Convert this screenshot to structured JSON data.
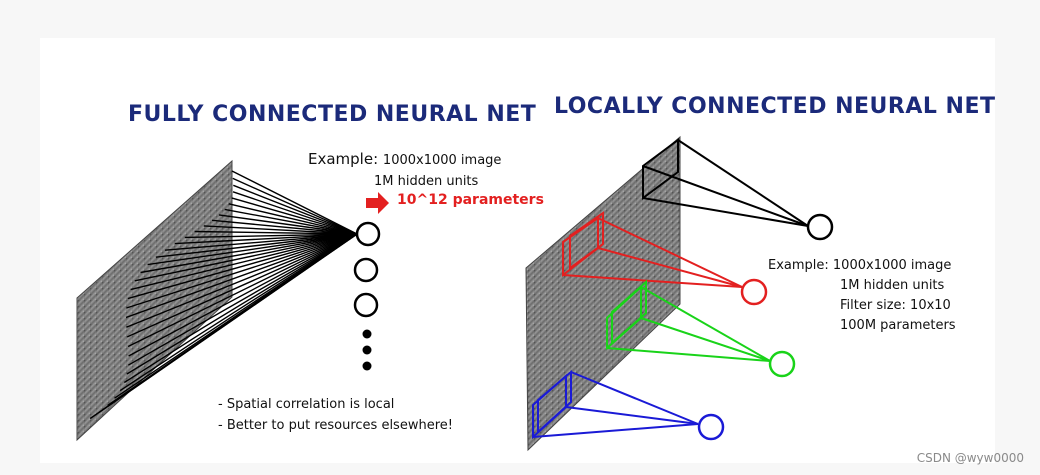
{
  "left": {
    "title": "FULLY CONNECTED NEURAL NET",
    "example_label": "Example:",
    "example_line1": "1000x1000 image",
    "example_line2": "1M hidden units",
    "params": "10^12 parameters",
    "note1": "- Spatial correlation is local",
    "note2": "- Better to put resources elsewhere!"
  },
  "right": {
    "title": "LOCALLY CONNECTED NEURAL NET",
    "example_line1": "Example: 1000x1000 image",
    "example_line2": "1M hidden units",
    "example_line3": "Filter size: 10x10",
    "example_line4": "100M parameters"
  },
  "colors": {
    "title": "#1b2a7a",
    "red": "#e32020",
    "green": "#19d319",
    "blue": "#1a1ad6",
    "black": "#000000"
  },
  "watermark": "CSDN @wyw0000"
}
